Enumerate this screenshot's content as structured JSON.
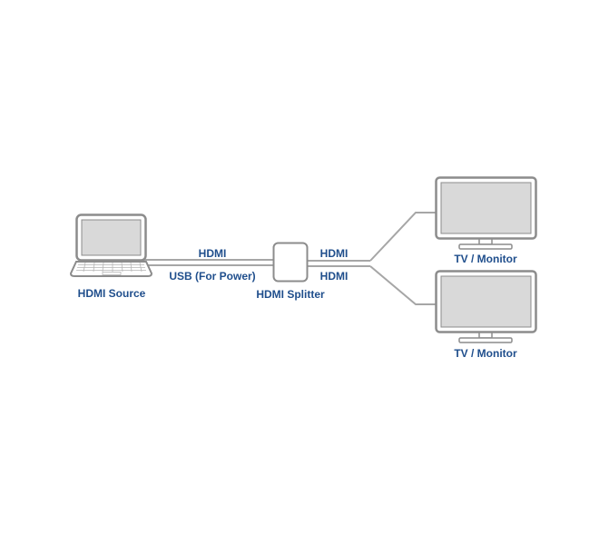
{
  "colors": {
    "label": "#1f4e8c",
    "device_outline": "#8c8c8c",
    "screen_fill": "#d9d9d9",
    "cable": "#a6a6a6",
    "background": "#ffffff"
  },
  "source": {
    "label": "HDMI Source",
    "icon": "laptop-icon"
  },
  "splitter": {
    "label": "HDMI Splitter",
    "icon": "splitter-box-icon"
  },
  "cables": {
    "input_hdmi": "HDMI",
    "input_usb": "USB (For Power)",
    "output_top": "HDMI",
    "output_bottom": "HDMI"
  },
  "displays": [
    {
      "label": "TV / Monitor",
      "icon": "monitor-icon"
    },
    {
      "label": "TV / Monitor",
      "icon": "monitor-icon"
    }
  ]
}
